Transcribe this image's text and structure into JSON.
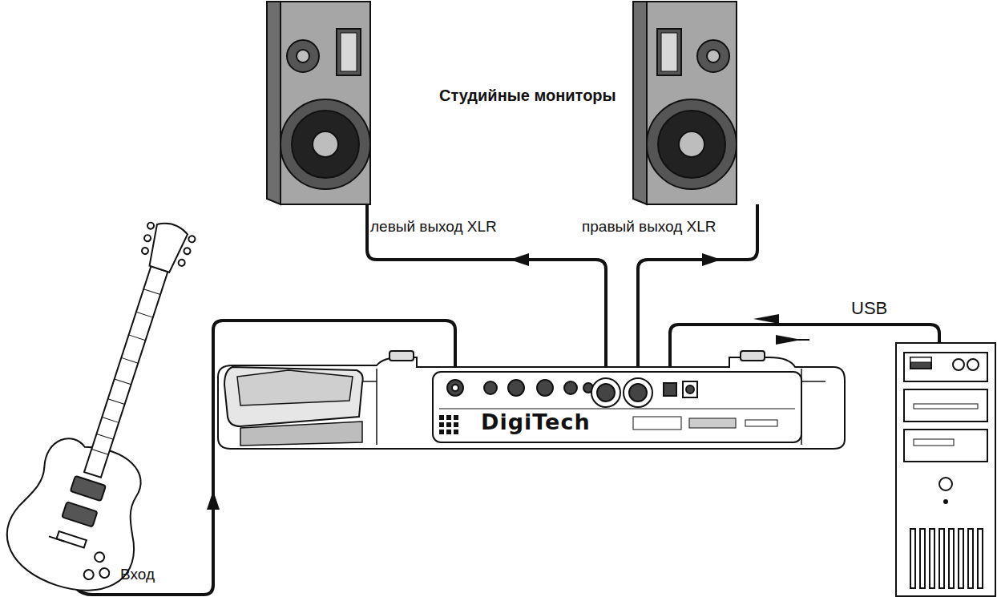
{
  "diagram": {
    "nodes": [
      {
        "text": [
          "DigiTech"
        ]
      }
    ],
    "labels": [
      "Студийные мониторы",
      "левый выход XLR",
      "правый выход XLR",
      "USB",
      "Вход"
    ]
  }
}
